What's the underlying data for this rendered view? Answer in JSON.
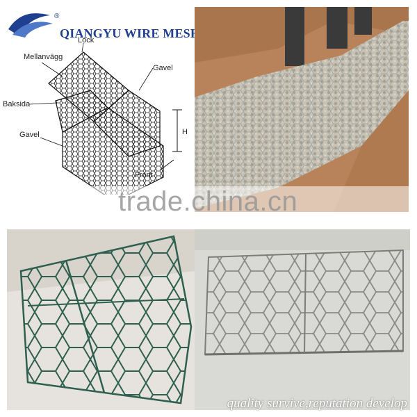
{
  "brand": {
    "name": "QIANGYU WIRE MESH",
    "registered_mark": "®",
    "logo_color": "#1f3f8f"
  },
  "diagram": {
    "labels": {
      "lock": "Lock",
      "mellanvagg": "Mellanvägg",
      "gavel_top": "Gavel",
      "baksida": "Baksida",
      "gavel_left": "Gavel",
      "h": "H",
      "front": "Front"
    }
  },
  "watermark": {
    "text": "trade.china.cn"
  },
  "slogan": "quality survive,reputation develop",
  "colors": {
    "wall_soil": "#b8835a",
    "wall_stone": "#b9b3a6",
    "green_wire": "#2f5f4f",
    "silver_wire": "#8a8a86"
  }
}
